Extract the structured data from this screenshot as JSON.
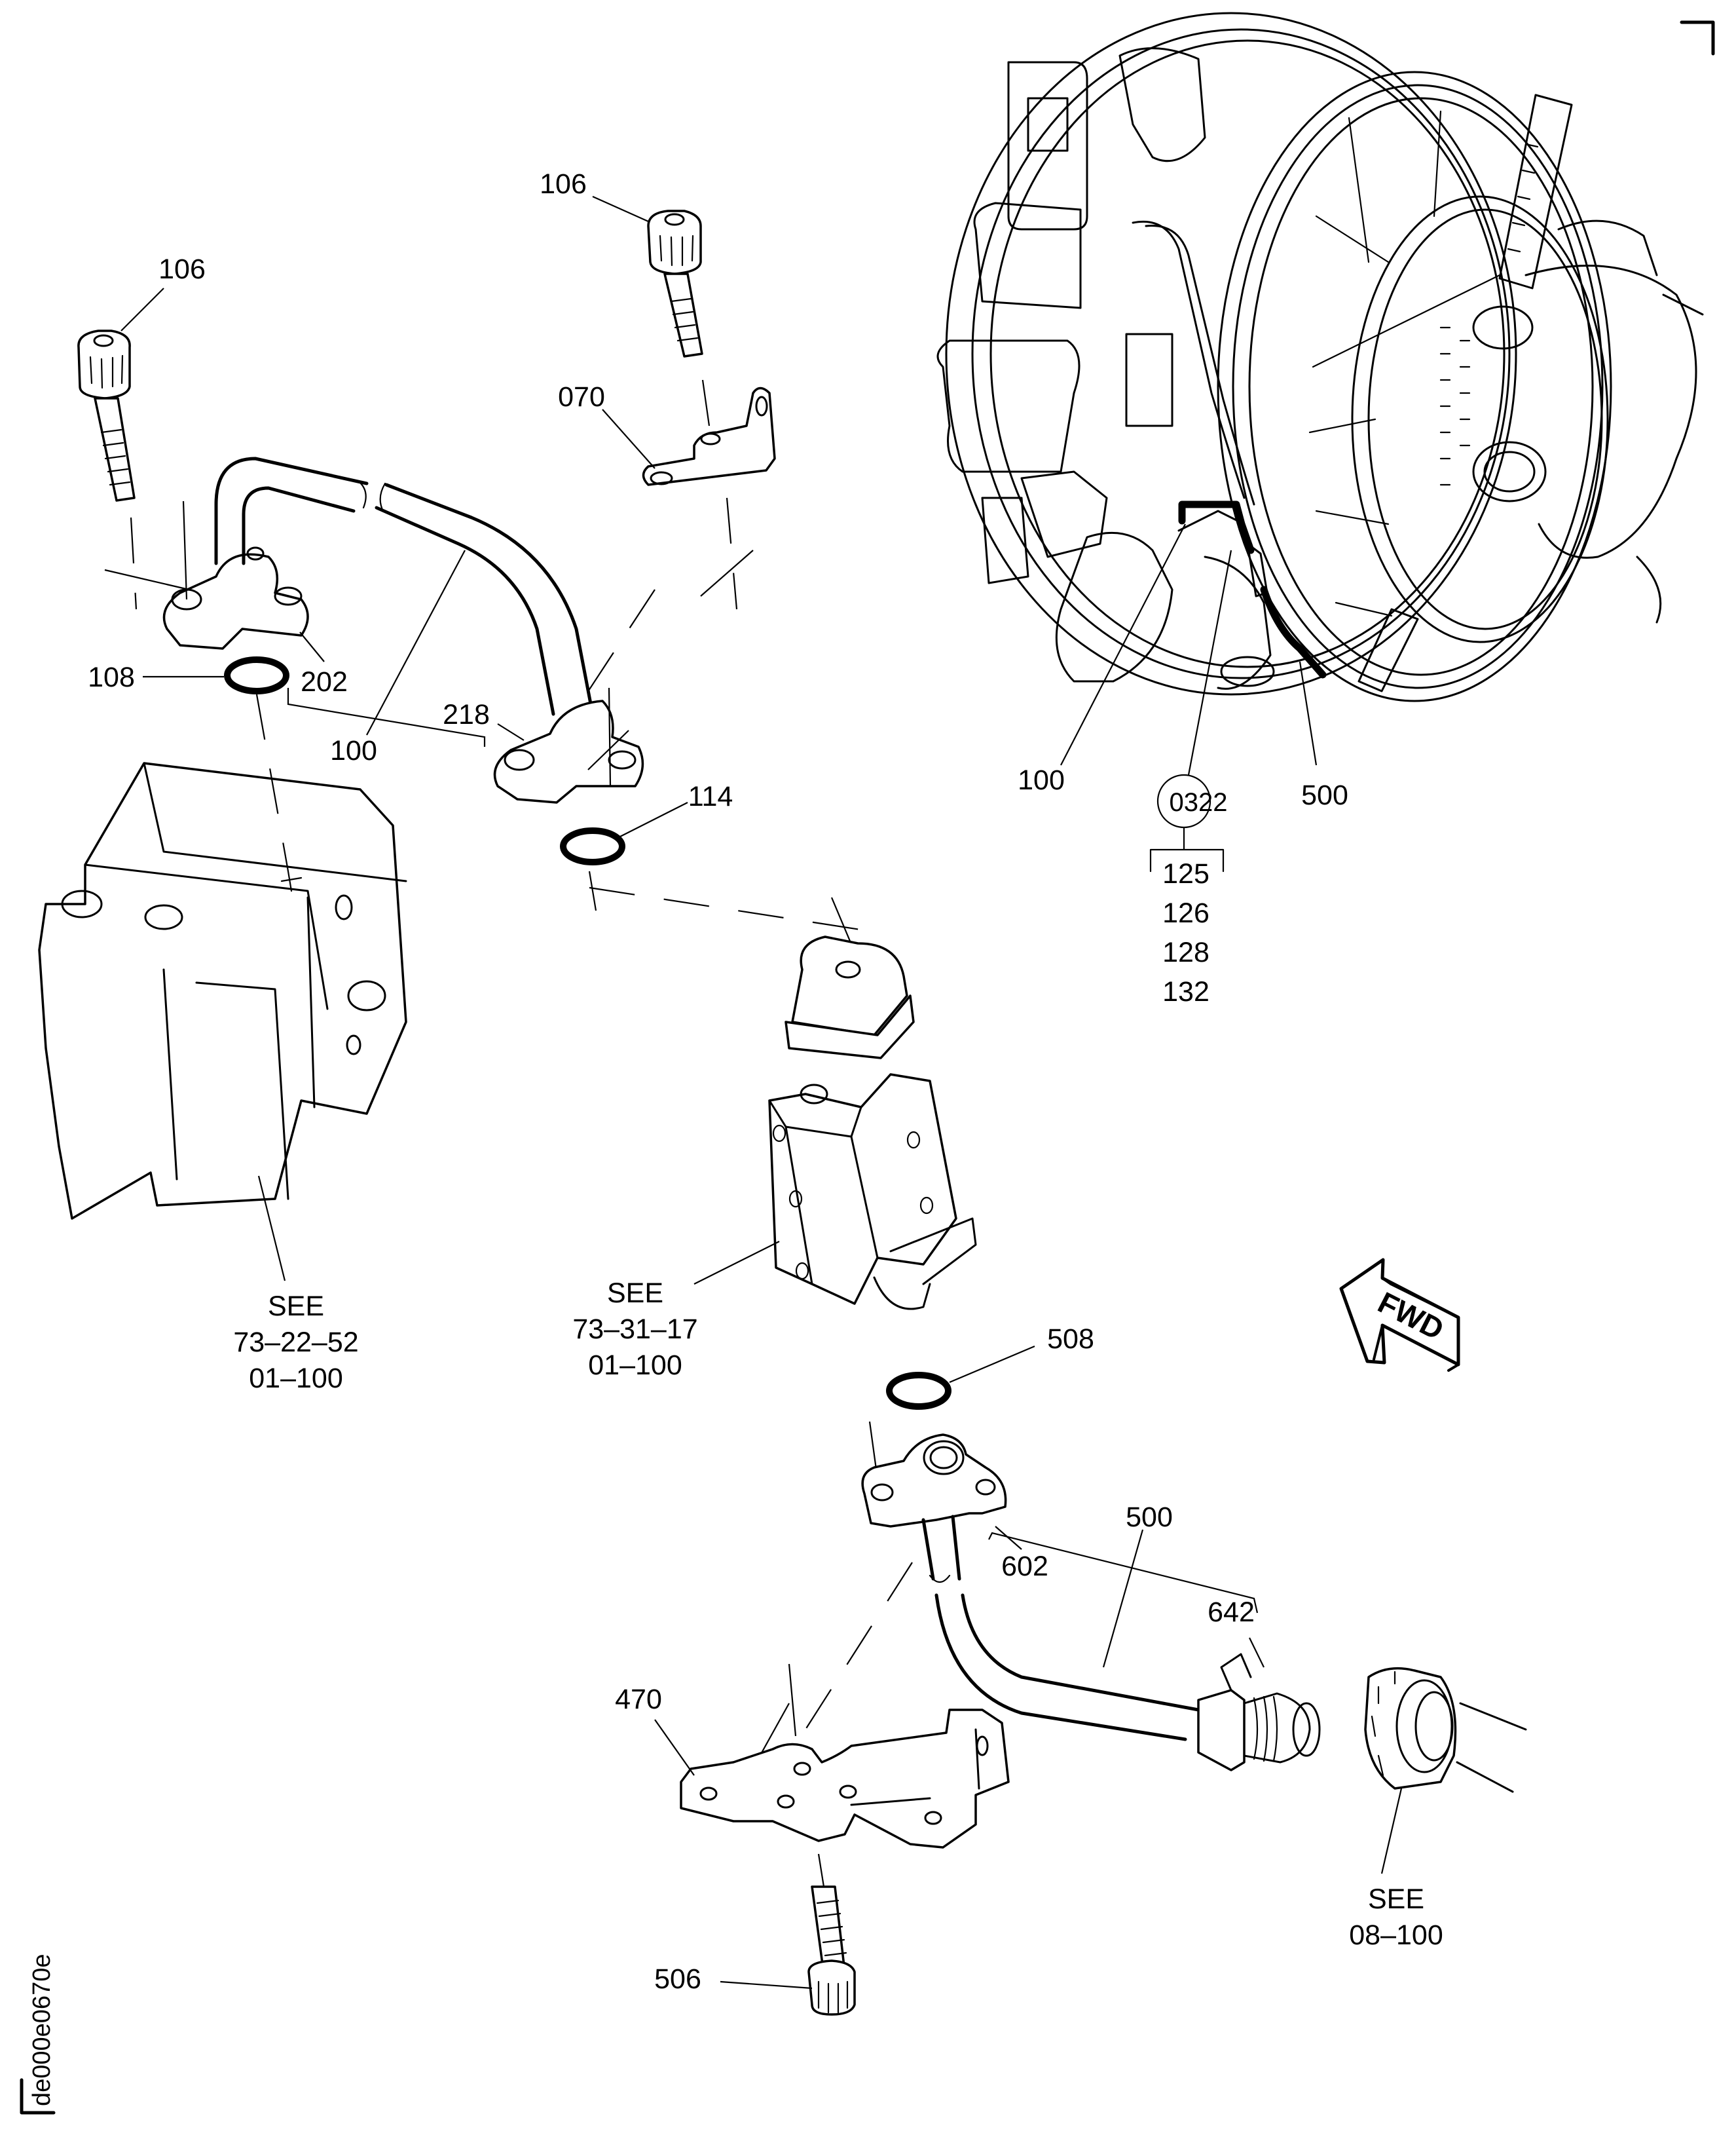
{
  "figure": {
    "id": "de000e0670e",
    "type": "exploded parts illustration",
    "colors": {
      "line": "#000000",
      "background": "#ffffff"
    }
  },
  "callouts": {
    "bolt_left": "106",
    "bolt_upper": "106",
    "bracket_upper": "070",
    "packing_left": "108",
    "flange_left": "202",
    "tube_upper": "100",
    "flange_right": "218",
    "packing_right": "114",
    "packing_lower": "508",
    "tube_lower": "500",
    "flange_lower": "602",
    "fitting_lower": "642",
    "bracket_lower": "470",
    "bolt_lower": "506"
  },
  "engine_view": {
    "tube_upper": "100",
    "tube_lower": "500",
    "circled_ref": "0322",
    "bracket_items": [
      "125",
      "126",
      "128",
      "132"
    ]
  },
  "references": {
    "left_component": {
      "see": "SEE",
      "chapter": "73–22–52",
      "items": "01–100"
    },
    "center_component": {
      "see": "SEE",
      "chapter": "73–31–17",
      "items": "01–100"
    },
    "right_component": {
      "see": "SEE",
      "chapter": "08–100"
    }
  },
  "direction_indicator": {
    "label": "FWD",
    "icon": "forward-arrow-icon"
  }
}
